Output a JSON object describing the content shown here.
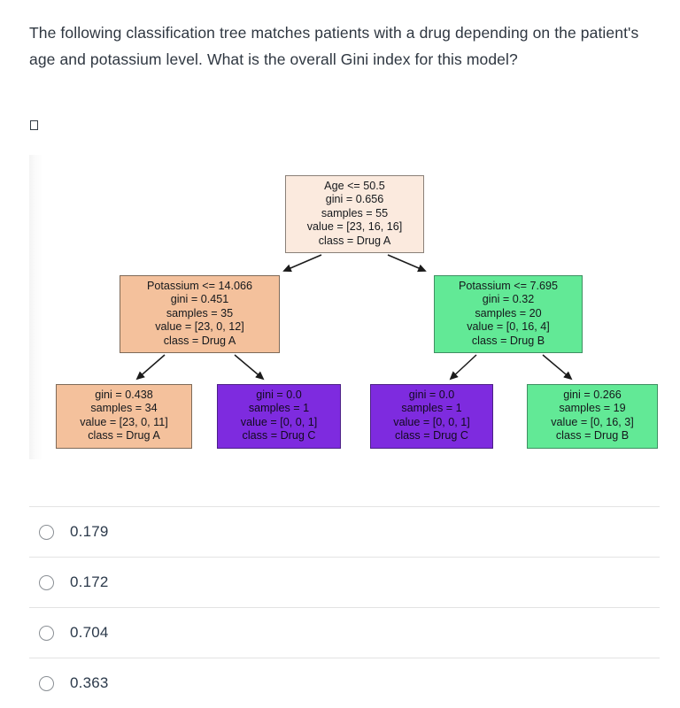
{
  "question": {
    "text": "The following classification tree matches patients with a drug depending on the patient's age and potassium level. What is the overall Gini index for this model?",
    "missing_glyph": ""
  },
  "tree": {
    "colors": {
      "root_fill": "#fbeade",
      "orange_fill": "#f4c19c",
      "green_fill": "#62e996",
      "purple_fill": "#7e2bdf",
      "node_border": "#7d736c",
      "edge": "#1b1b1b"
    },
    "nodes": {
      "root": {
        "condition": "Age <= 50.5",
        "gini": "gini = 0.656",
        "samples": "samples = 55",
        "value": "value = [23, 16, 16]",
        "class": "class = Drug A"
      },
      "left": {
        "condition": "Potassium <= 14.066",
        "gini": "gini = 0.451",
        "samples": "samples = 35",
        "value": "value = [23, 0, 12]",
        "class": "class = Drug A"
      },
      "right": {
        "condition": "Potassium <= 7.695",
        "gini": "gini = 0.32",
        "samples": "samples = 20",
        "value": "value = [0, 16, 4]",
        "class": "class = Drug B"
      },
      "leaf1": {
        "gini": "gini = 0.438",
        "samples": "samples = 34",
        "value": "value = [23, 0, 11]",
        "class": "class = Drug A"
      },
      "leaf2": {
        "gini": "gini = 0.0",
        "samples": "samples = 1",
        "value": "value = [0, 0, 1]",
        "class": "class = Drug C"
      },
      "leaf3": {
        "gini": "gini = 0.0",
        "samples": "samples = 1",
        "value": "value = [0, 0, 1]",
        "class": "class = Drug C"
      },
      "leaf4": {
        "gini": "gini = 0.266",
        "samples": "samples = 19",
        "value": "value = [0, 16, 3]",
        "class": "class = Drug B"
      }
    }
  },
  "options": [
    {
      "label": "0.179",
      "selected": false
    },
    {
      "label": "0.172",
      "selected": false
    },
    {
      "label": "0.704",
      "selected": false
    },
    {
      "label": "0.363",
      "selected": false
    }
  ]
}
